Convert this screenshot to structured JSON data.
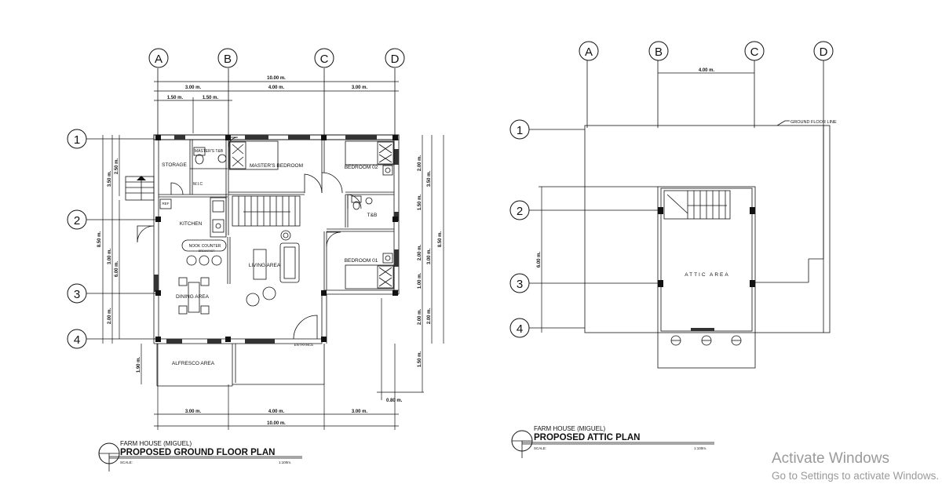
{
  "ground_plan": {
    "grid_columns": [
      "A",
      "B",
      "C",
      "D"
    ],
    "grid_rows": [
      "1",
      "2",
      "3",
      "4"
    ],
    "overall_width_top": "10.00 m.",
    "top_bays": [
      "3.00 m.",
      "4.00 m.",
      "3.00 m."
    ],
    "top_sub_bays": [
      "1.50 m.",
      "1.50 m."
    ],
    "bottom_bays": [
      "3.00 m.",
      "4.00 m.",
      "3.00 m."
    ],
    "overall_width_bottom": "10.00 m.",
    "left_dims": {
      "overall": "8.50 m.",
      "rows": [
        "3.50 m.",
        "3.00 m.",
        "2.00 m."
      ],
      "partial": [
        "2.50 m.",
        "6.00 m."
      ]
    },
    "right_dims": {
      "overall": "8.50 m.",
      "segments": [
        "2.00 m.",
        "3.50 m.",
        "1.50 m.",
        "2.00 m.",
        "3.00 m.",
        "1.00 m.",
        "2.00 m.",
        "2.00 m.",
        "1.50 m."
      ]
    },
    "alfresco_depth": "1.90 m.",
    "step_offset": "0.80 m.",
    "rooms": {
      "storage": "STORAGE",
      "master_tb": "MASTER'S T&B",
      "masters_bedroom": "MASTER'S BEDROOM",
      "bedroom_02": "BEDROOM 02",
      "wic": "W.I.C",
      "ref": "REF",
      "kitchen": "KITCHEN",
      "nook_counter": "NOOK COUNTER",
      "nook_sub": "BREAKFAST",
      "tb": "T&B",
      "living_area": "LIVING AREA",
      "bedroom_01": "BEDROOM 01",
      "dining_area": "DINING AREA",
      "entrance": "ENTRANCE",
      "alfresco": "ALFRESCO AREA"
    },
    "title_block": {
      "project": "FARM HOUSE (MIGUEL)",
      "title": "PROPOSED GROUND FLOOR PLAN",
      "scale_label": "SCALE:",
      "scale_value": "1:100m."
    }
  },
  "attic_plan": {
    "grid_columns": [
      "A",
      "B",
      "C",
      "D"
    ],
    "grid_rows": [
      "1",
      "2",
      "3",
      "4"
    ],
    "top_dim": "4.00 m.",
    "left_dim": "6.00 m.",
    "ground_floor_line": "GROUND FLOOR LINE",
    "room": "ATTIC AREA",
    "title_block": {
      "project": "FARM HOUSE (MIGUEL)",
      "title": "PROPOSED ATTIC PLAN",
      "scale_label": "SCALE:",
      "scale_value": "1:100m."
    }
  },
  "watermark": {
    "title": "Activate Windows",
    "subtitle": "Go to Settings to activate Windows."
  }
}
